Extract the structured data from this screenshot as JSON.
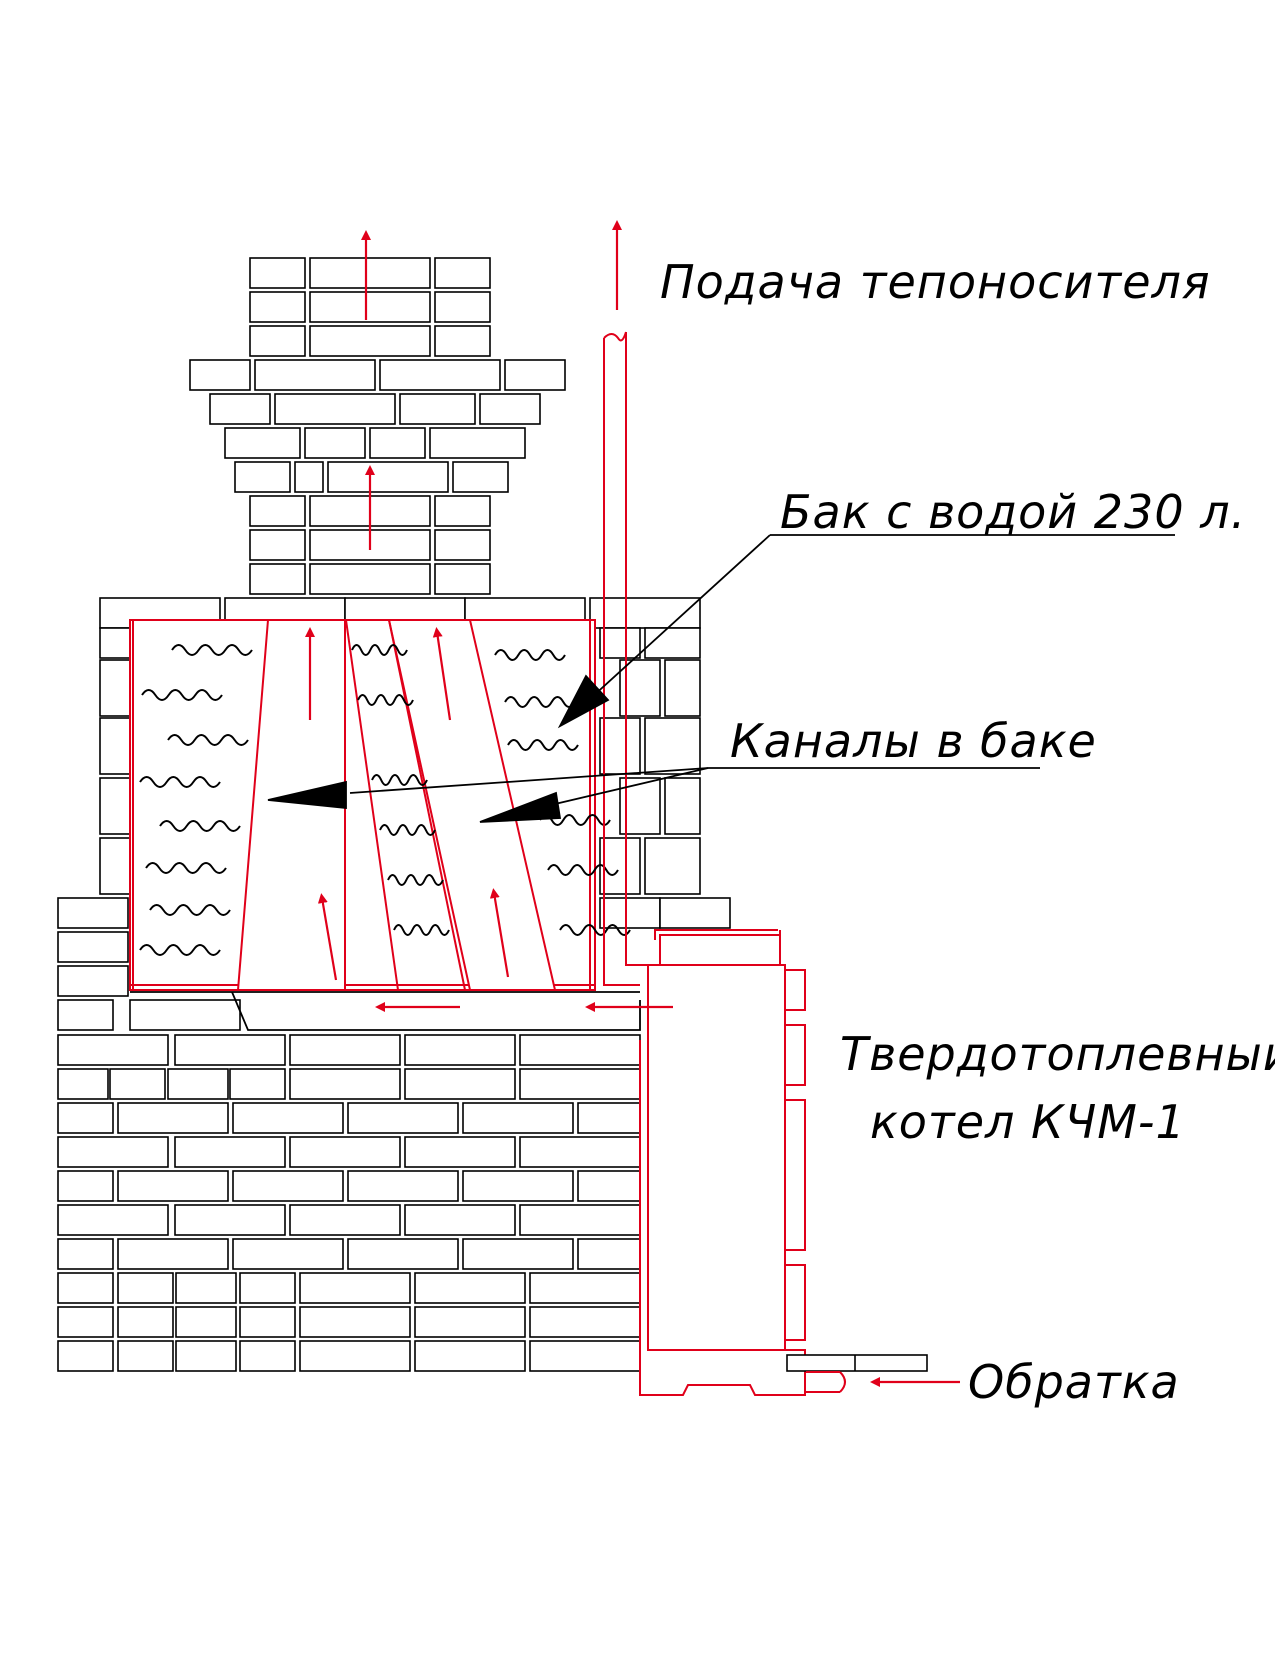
{
  "title": "Схема подключения котла КЧМ-1 к баку",
  "labels": {
    "supply": "Подача тепоносителя",
    "tank": "Бак с водой 230 л.",
    "channels": "Каналы в баке",
    "boiler_line1": "Твердотоплевный",
    "boiler_line2": "котел КЧМ-1",
    "return": "Обратка"
  },
  "colors": {
    "ink": "#000000",
    "pipe": "#e0001a",
    "arrow": "#e0001a",
    "background": "#ffffff"
  }
}
